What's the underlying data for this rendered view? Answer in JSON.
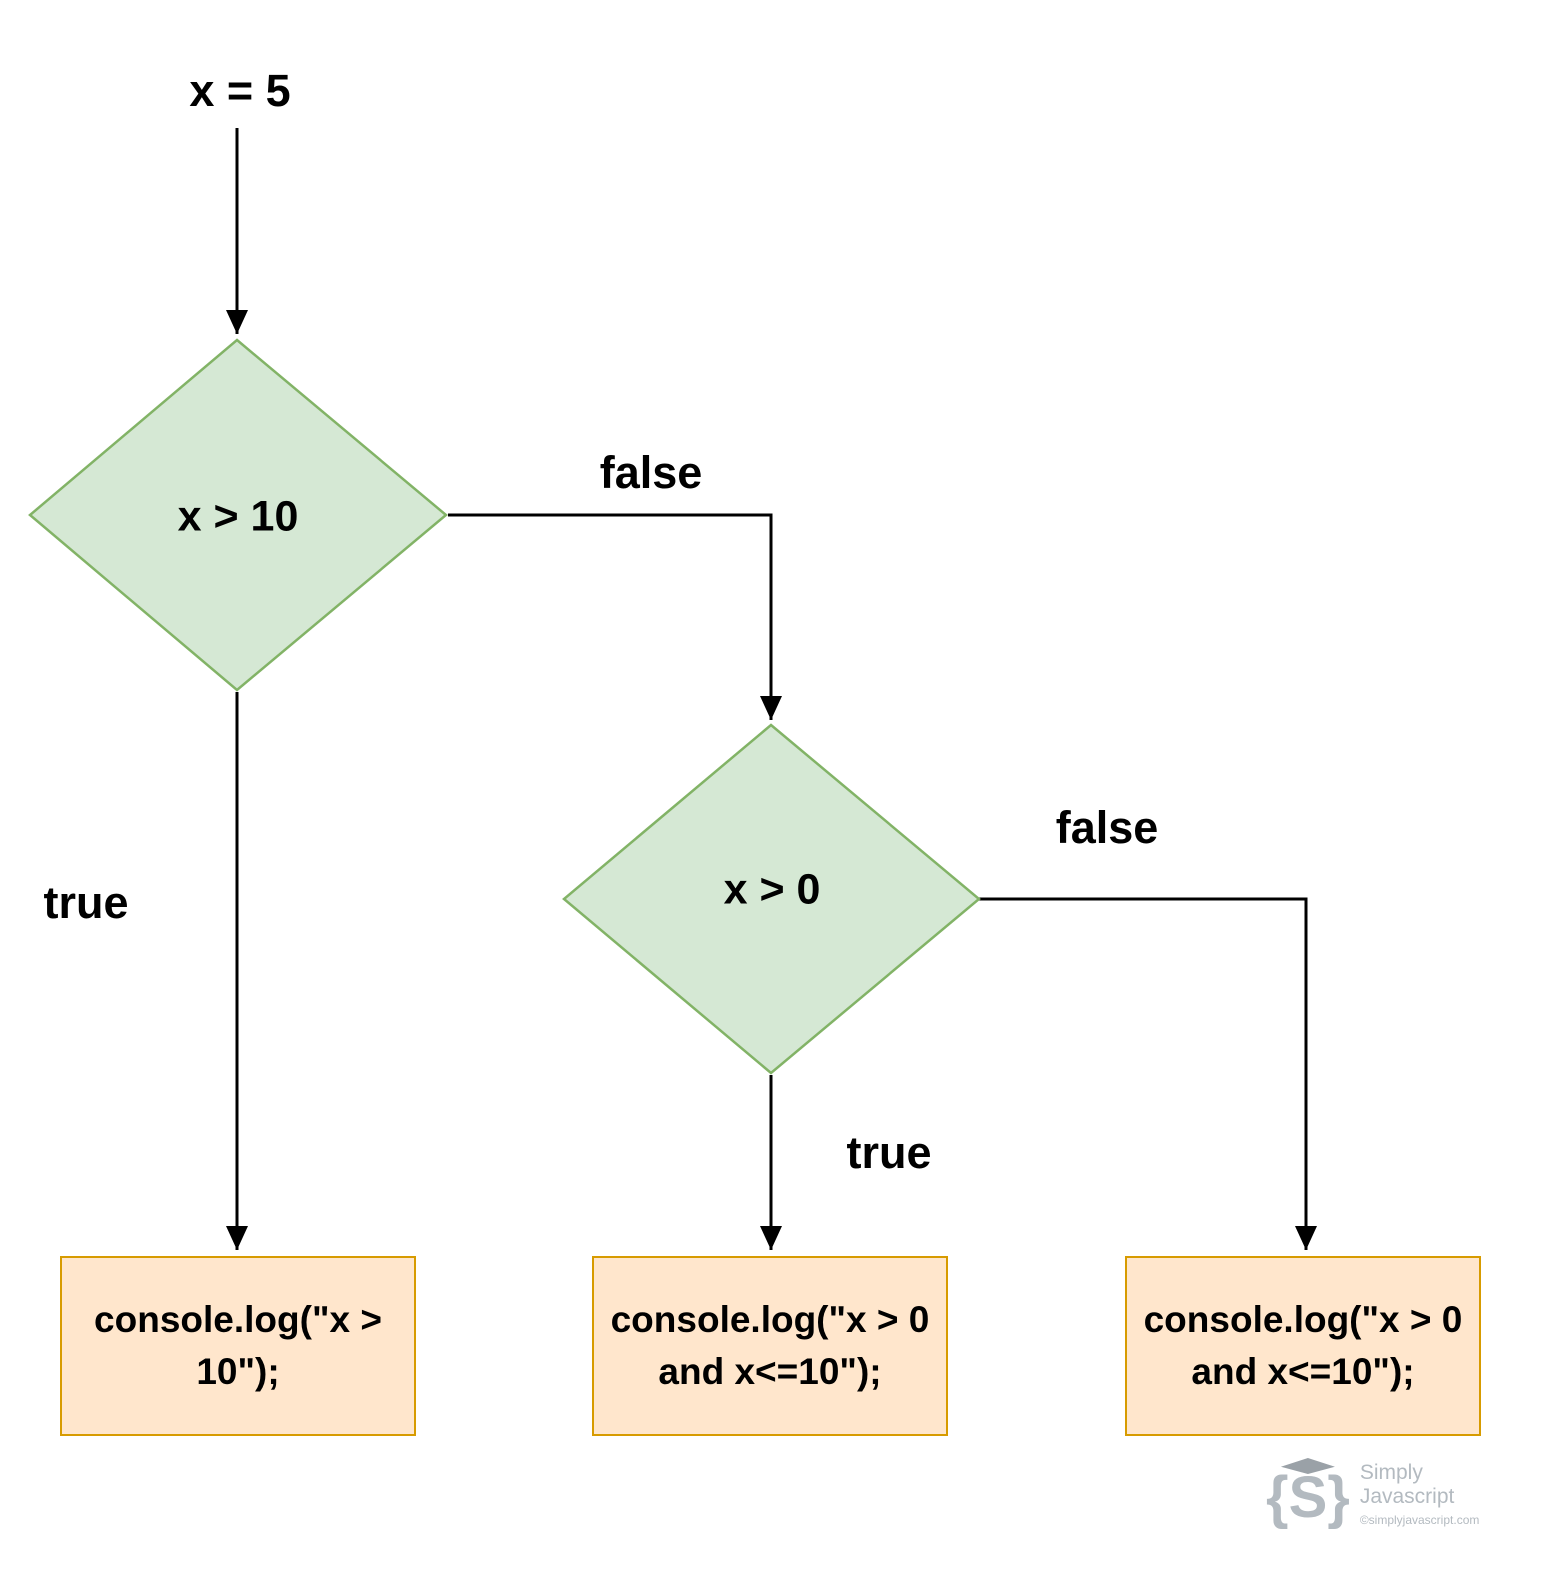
{
  "diagram": {
    "start_label": "x = 5",
    "decisions": [
      {
        "label": "x > 10",
        "true_branch": "true",
        "false_branch": "false"
      },
      {
        "label": "x > 0",
        "true_branch": "true",
        "false_branch": "false"
      }
    ],
    "process_boxes": [
      {
        "text": "console.log(\"x > 10\");"
      },
      {
        "text": "console.log(\"x > 0 and x<=10\");"
      },
      {
        "text": "console.log(\"x > 0 and x<=10\");"
      }
    ],
    "colors": {
      "diamond_fill": "#d5e8d4",
      "diamond_border": "#82b366",
      "box_fill": "#ffe6cc",
      "box_border": "#d79b00",
      "line_color": "#000000",
      "watermark_color": "#b3bac0"
    },
    "watermark": {
      "logo_text": "{S}",
      "brand_line1": "Simply",
      "brand_line2": "Javascript",
      "copyright": "©simplyjavascript.com"
    }
  }
}
